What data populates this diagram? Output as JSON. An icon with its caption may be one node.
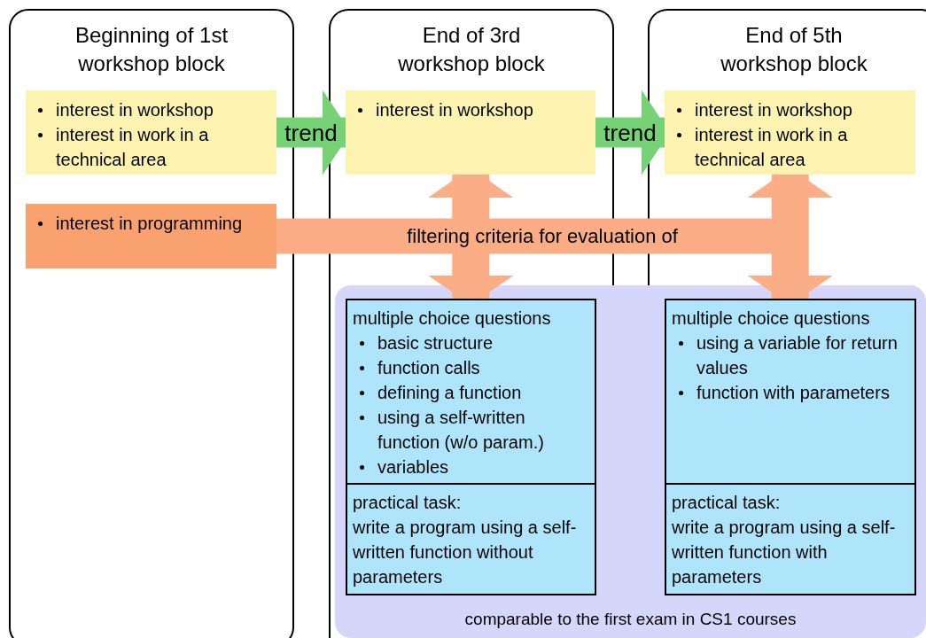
{
  "diagram": {
    "nodes": [
      {
        "text": [
          "Beginning of 1st workshop block"
        ]
      },
      {
        "text": [
          "interest in workshop",
          "interest in work in a technical area"
        ],
        "in": 0
      },
      {
        "text": [
          "interest in programming"
        ],
        "in": 0
      },
      {
        "text": [
          "End of 3rd workshop block"
        ]
      },
      {
        "text": [
          "interest in workshop"
        ],
        "in": 3
      },
      {
        "text": [
          "End of 5th workshop block"
        ]
      },
      {
        "text": [
          "interest in workshop",
          "interest in work in a technical area"
        ],
        "in": 5
      },
      {
        "text": [
          "comparable to the first exam in CS1 courses"
        ]
      },
      {
        "text": [
          "multiple choice questions",
          "basic structure",
          "function calls",
          "defining a function",
          "using a self-written function (w/o param.)",
          "variables"
        ],
        "in": 7
      },
      {
        "text": [
          "practical task:",
          "write a program using a self-written function without parameters"
        ],
        "in": 7
      },
      {
        "text": [
          "multiple choice questions",
          "using a variable for return values",
          "function with parameters"
        ],
        "in": 7
      },
      {
        "text": [
          "practical task:",
          "write a program using a self-written function with parameters"
        ],
        "in": 7
      }
    ],
    "edges": [
      {
        "from": 1,
        "to": 4,
        "arrow": "to",
        "label": "trend",
        "color": "#76d275"
      },
      {
        "from": 4,
        "to": 6,
        "arrow": "to",
        "label": "trend",
        "color": "#76d275"
      },
      {
        "from": 2,
        "to": null,
        "arrow": "none",
        "label": "filtering criteria for evaluation of"
      },
      {
        "from": 4,
        "to": 8,
        "arrow": "both"
      },
      {
        "from": 6,
        "to": 10,
        "arrow": "both"
      }
    ]
  }
}
